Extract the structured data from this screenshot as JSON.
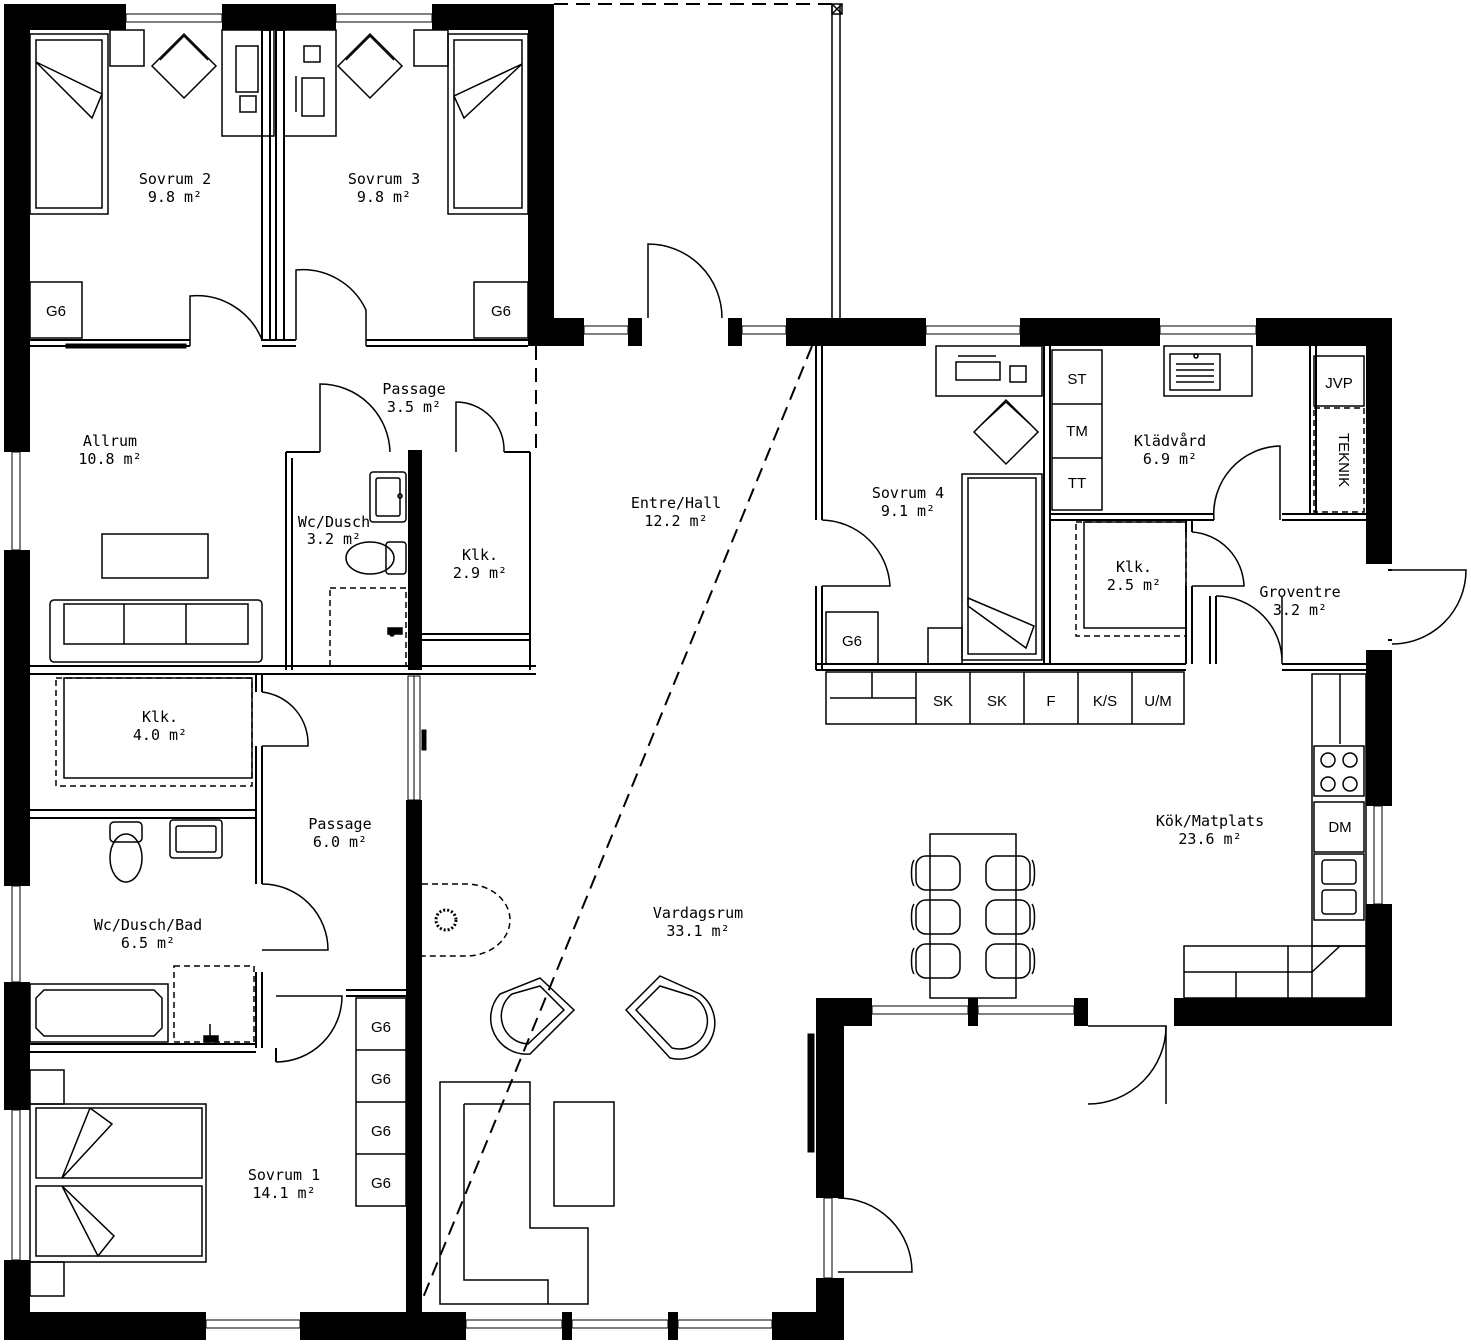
{
  "rooms": [
    {
      "id": "sovrum2",
      "name": "Sovrum 2",
      "area": "9.8 m²"
    },
    {
      "id": "sovrum3",
      "name": "Sovrum 3",
      "area": "9.8 m²"
    },
    {
      "id": "passage1",
      "name": "Passage",
      "area": "3.5 m²"
    },
    {
      "id": "allrum",
      "name": "Allrum",
      "area": "10.8 m²"
    },
    {
      "id": "wcdusch",
      "name": "Wc/Dusch",
      "area": "3.2 m²"
    },
    {
      "id": "klk1",
      "name": "Klk.",
      "area": "2.9 m²"
    },
    {
      "id": "entre",
      "name": "Entre/Hall",
      "area": "12.2 m²"
    },
    {
      "id": "sovrum4",
      "name": "Sovrum 4",
      "area": "9.1 m²"
    },
    {
      "id": "kladvard",
      "name": "Klädvård",
      "area": "6.9 m²"
    },
    {
      "id": "klk2",
      "name": "Klk.",
      "area": "2.5 m²"
    },
    {
      "id": "groventre",
      "name": "Groventre",
      "area": "3.2 m²"
    },
    {
      "id": "klk3",
      "name": "Klk.",
      "area": "4.0 m²"
    },
    {
      "id": "passage2",
      "name": "Passage",
      "area": "6.0 m²"
    },
    {
      "id": "wcduschbad",
      "name": "Wc/Dusch/Bad",
      "area": "6.5 m²"
    },
    {
      "id": "vardagsrum",
      "name": "Vardagsrum",
      "area": "33.1 m²"
    },
    {
      "id": "kok",
      "name": "Kök/Matplats",
      "area": "23.6 m²"
    },
    {
      "id": "sovrum1",
      "name": "Sovrum 1",
      "area": "14.1 m²"
    }
  ],
  "fixtures": {
    "g6": "G6",
    "st": "ST",
    "tm": "TM",
    "tt": "TT",
    "jvp": "JVP",
    "teknik": "TEKNIK",
    "sk": "SK",
    "f": "F",
    "ks": "K/S",
    "um": "U/M",
    "dm": "DM"
  }
}
